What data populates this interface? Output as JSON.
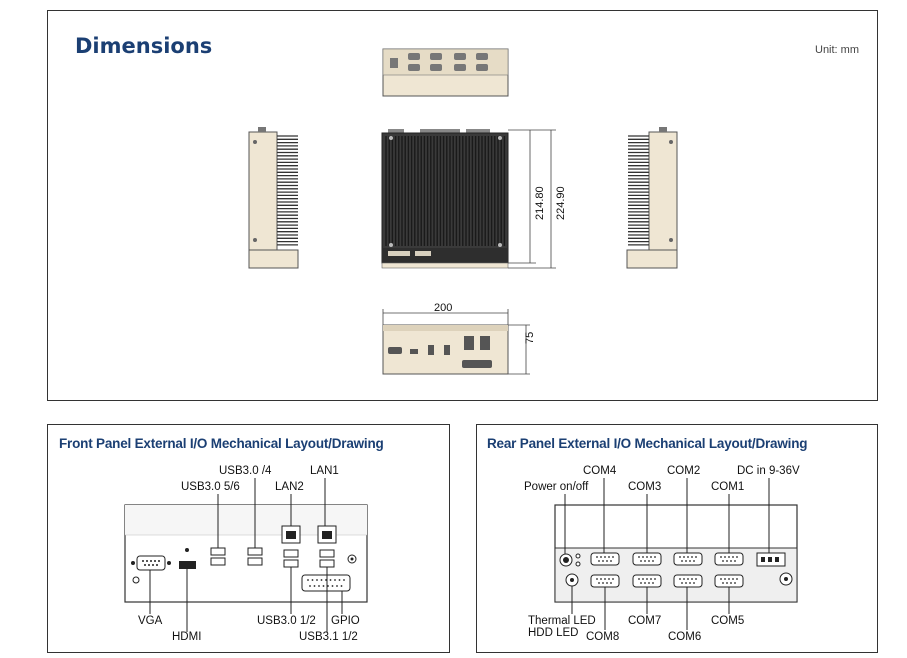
{
  "dimensions": {
    "title": "Dimensions",
    "unit": "Unit: mm",
    "dim_width": "200",
    "dim_height": "75",
    "dim_depth_inner": "214.80",
    "dim_depth_outer": "224.90"
  },
  "front_panel": {
    "title": "Front Panel External I/O Mechanical Layout/Drawing",
    "labels": {
      "usb30_4": "USB3.0 /4",
      "lan1": "LAN1",
      "usb30_56": "USB3.0 5/6",
      "lan2": "LAN2",
      "vga": "VGA",
      "hdmi": "HDMI",
      "usb30_12": "USB3.0 1/2",
      "gpio": "GPIO",
      "usb31_12": "USB3.1 1/2"
    }
  },
  "rear_panel": {
    "title": "Rear Panel External I/O Mechanical Layout/Drawing",
    "labels": {
      "com4": "COM4",
      "com2": "COM2",
      "dc_in": "DC in 9-36V",
      "power": "Power on/off",
      "com3": "COM3",
      "com1": "COM1",
      "thermal_led": "Thermal LED",
      "hdd_led": "HDD LED",
      "com8": "COM8",
      "com7": "COM7",
      "com6": "COM6",
      "com5": "COM5"
    }
  },
  "colors": {
    "title_blue": "#1b3f73",
    "case_beige": "#efe6d3",
    "heatsink_dark": "#3a3a3a"
  }
}
